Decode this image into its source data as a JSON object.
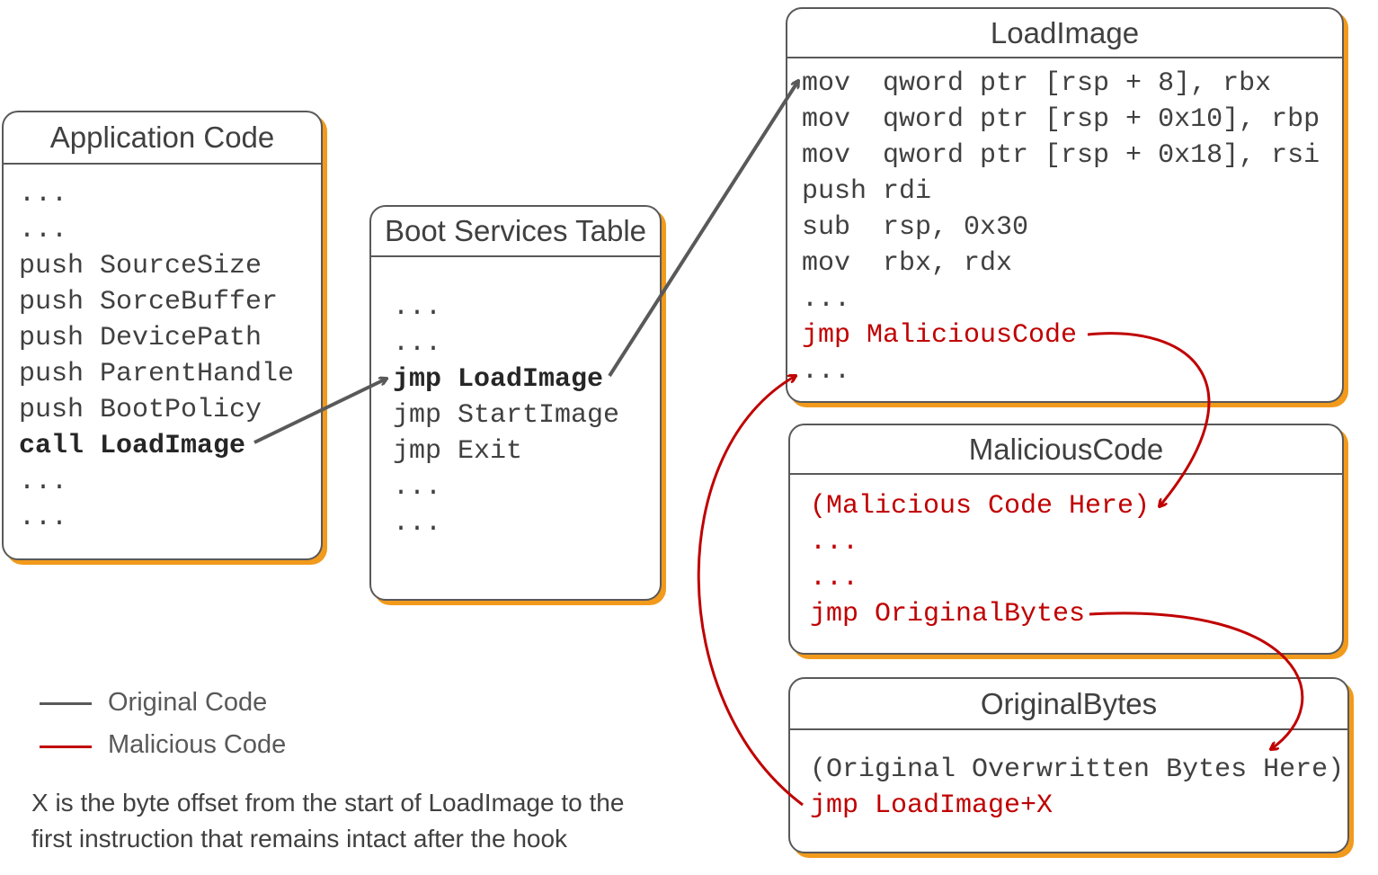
{
  "boxes": {
    "app": {
      "title": "Application Code",
      "lines": [
        "...",
        "...",
        "push SourceSize",
        "push SorceBuffer",
        "push DevicePath",
        "push ParentHandle",
        "push BootPolicy",
        "call LoadImage",
        "...",
        "..."
      ]
    },
    "bst": {
      "title": "Boot Services Table",
      "lines": [
        "...",
        "...",
        "jmp LoadImage",
        "jmp StartImage",
        "jmp Exit",
        "...",
        "..."
      ]
    },
    "load": {
      "title": "LoadImage",
      "lines": [
        "mov  qword ptr [rsp + 8], rbx",
        "mov  qword ptr [rsp + 0x10], rbp",
        "mov  qword ptr [rsp + 0x18], rsi",
        "push rdi",
        "sub  rsp, 0x30",
        "mov  rbx, rdx",
        "...",
        "jmp MaliciousCode",
        "..."
      ]
    },
    "mal": {
      "title": "MaliciousCode",
      "lines": [
        "(Malicious Code Here)",
        "...",
        "...",
        "jmp OriginalBytes"
      ]
    },
    "orig": {
      "title": "OriginalBytes",
      "lines": [
        "(Original Overwritten Bytes Here)",
        "jmp LoadImage+X"
      ]
    }
  },
  "legend": {
    "original": {
      "label": "Original Code",
      "color": "#595959"
    },
    "malicious": {
      "label": "Malicious Code",
      "color": "#c00000"
    }
  },
  "note": {
    "line1": "X is the byte offset from the start of LoadImage to the",
    "line2": "first instruction that remains intact after the hook"
  }
}
